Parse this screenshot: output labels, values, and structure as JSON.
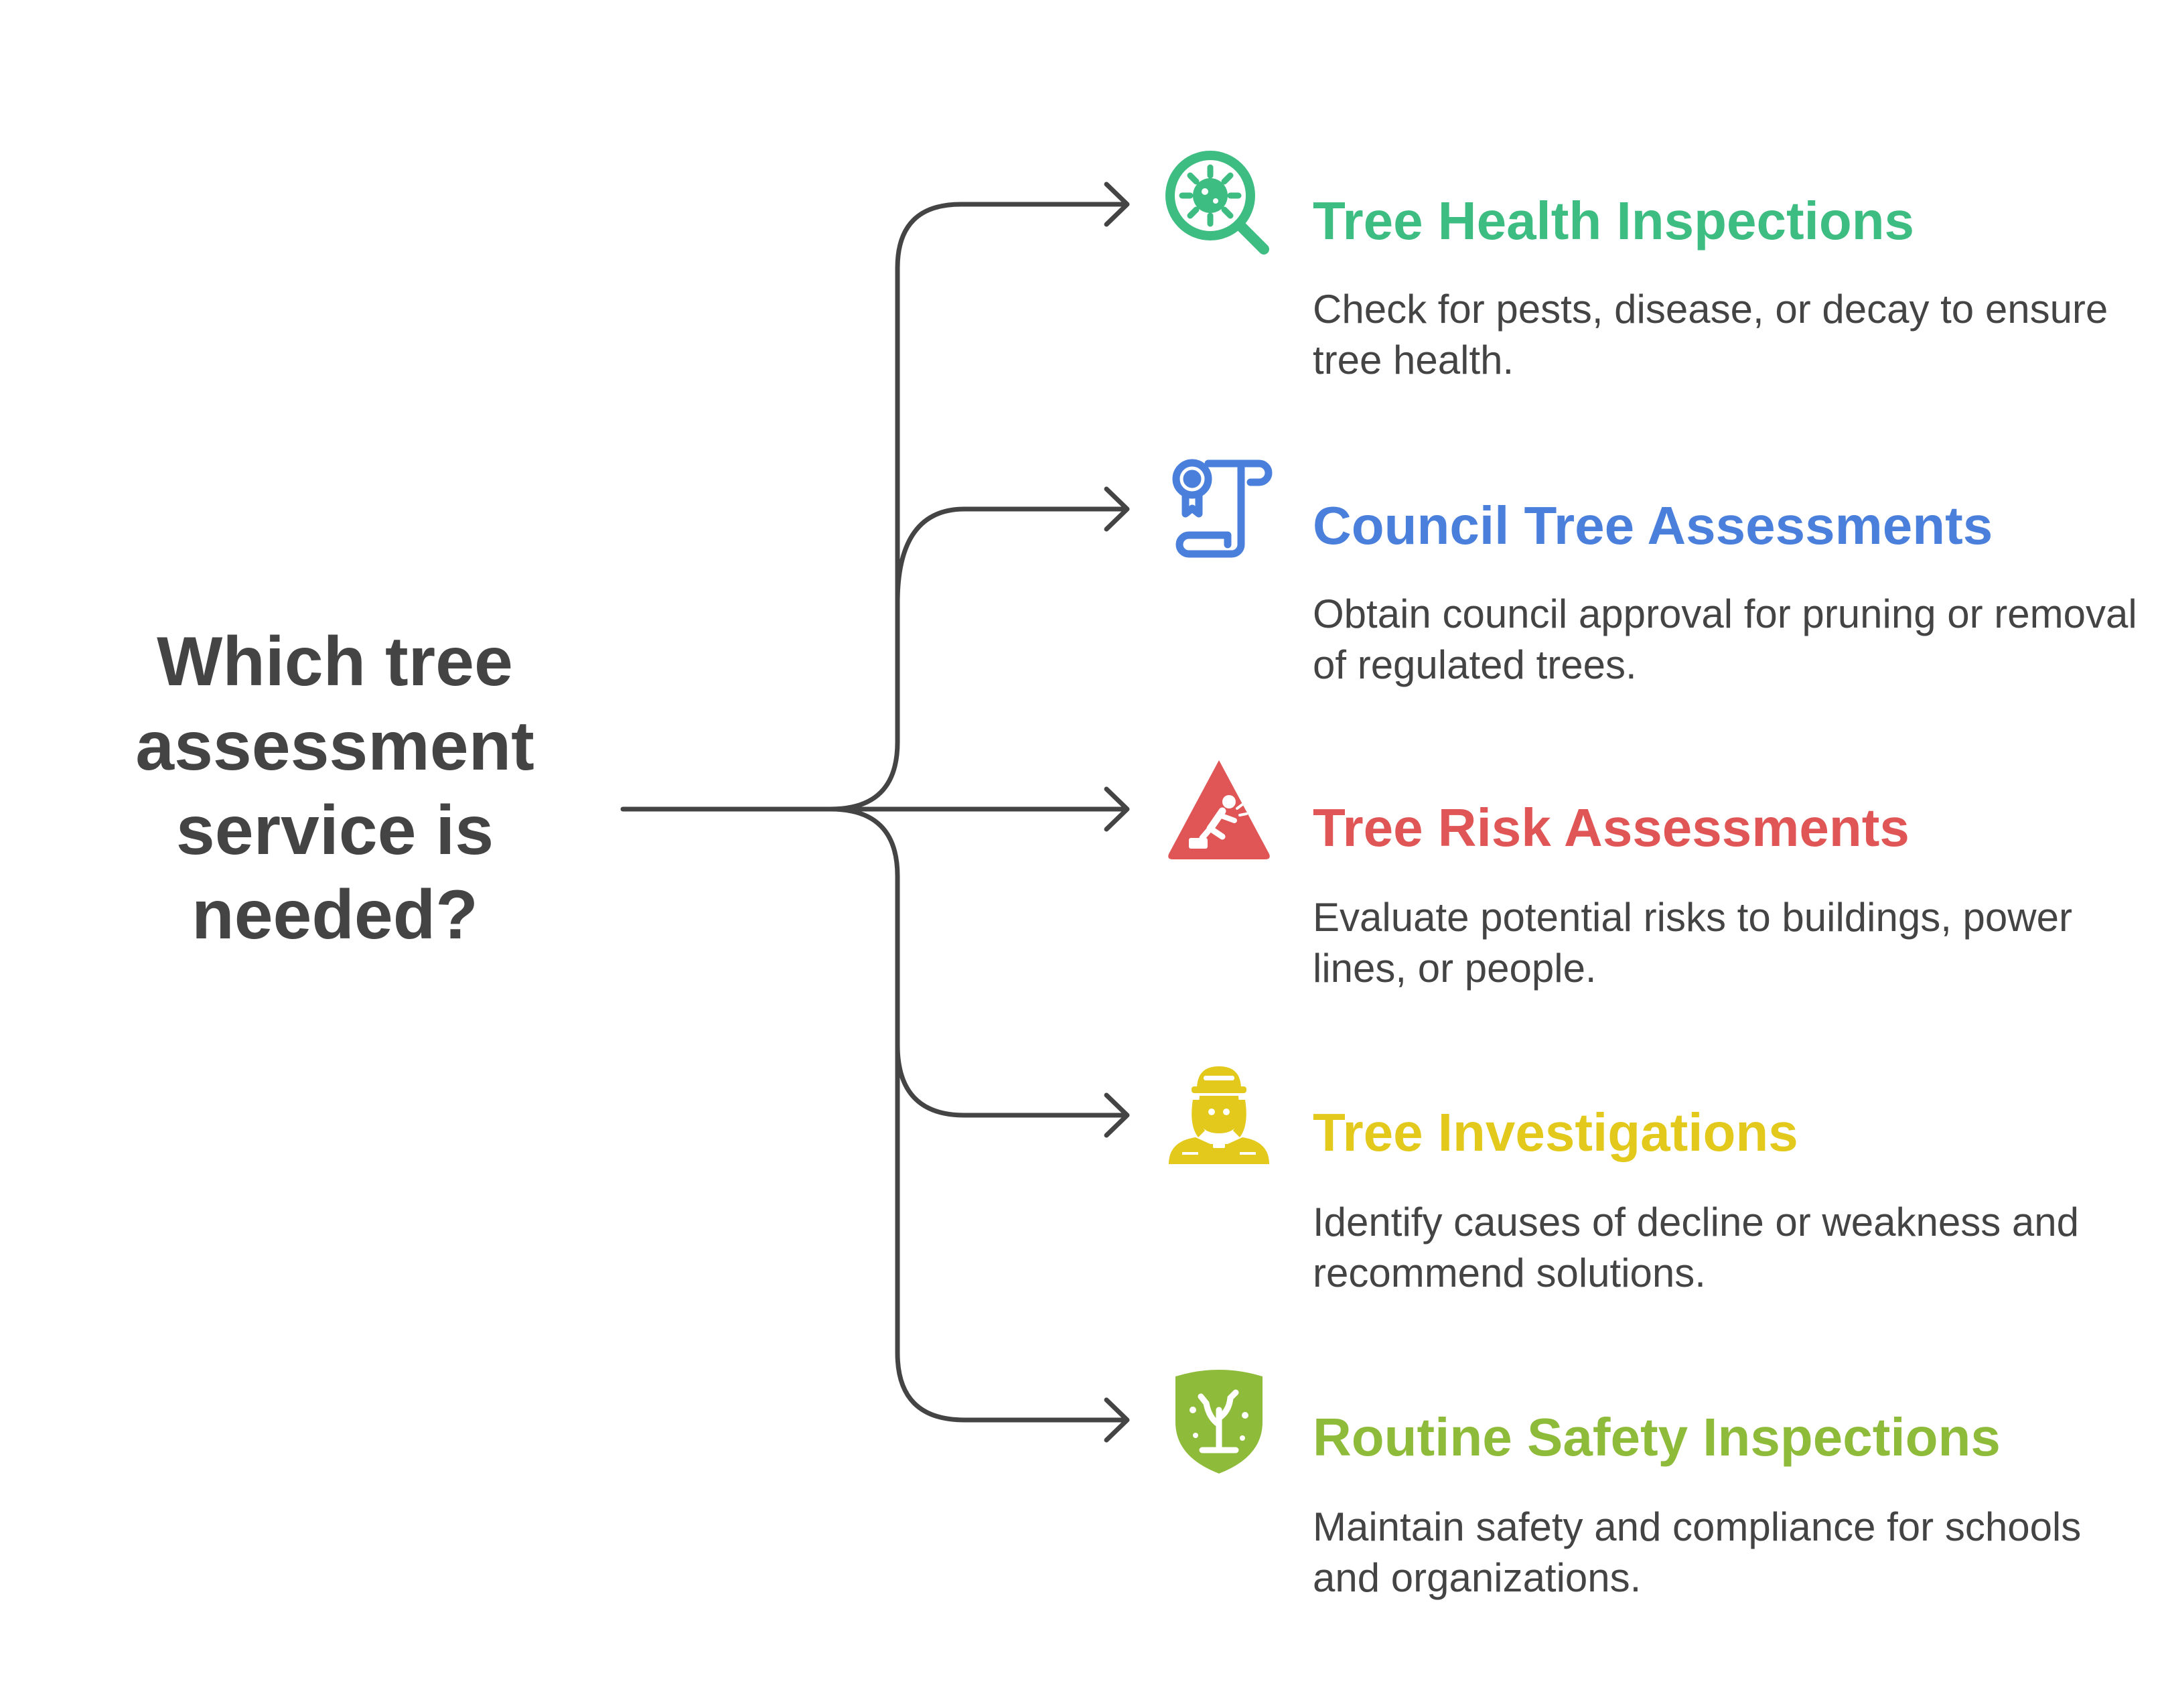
{
  "question": "Which tree assessment service is needed?",
  "colors": {
    "connector": "#444444",
    "text": "#444444"
  },
  "items": [
    {
      "title": "Tree Health Inspections",
      "description": "Check for pests, disease, or decay to ensure tree health.",
      "icon": "virus-magnifier-icon",
      "color": "#3dbd81"
    },
    {
      "title": "Council Tree Assessments",
      "description": "Obtain council approval for pruning or removal of regulated trees.",
      "icon": "certificate-scroll-icon",
      "color": "#4a7fdc"
    },
    {
      "title": "Tree Risk Assessments",
      "description": "Evaluate potential risks to buildings, power lines, or people.",
      "icon": "falling-hazard-warning-icon",
      "color": "#e05555"
    },
    {
      "title": "Tree Investigations",
      "description": "Identify causes of decline or weakness and recommend solutions.",
      "icon": "inspector-person-icon",
      "color": "#e3c91b"
    },
    {
      "title": "Routine Safety Inspections",
      "description": "Maintain safety and compliance for schools and organizations.",
      "icon": "tree-shield-icon",
      "color": "#8fbb3a"
    }
  ]
}
